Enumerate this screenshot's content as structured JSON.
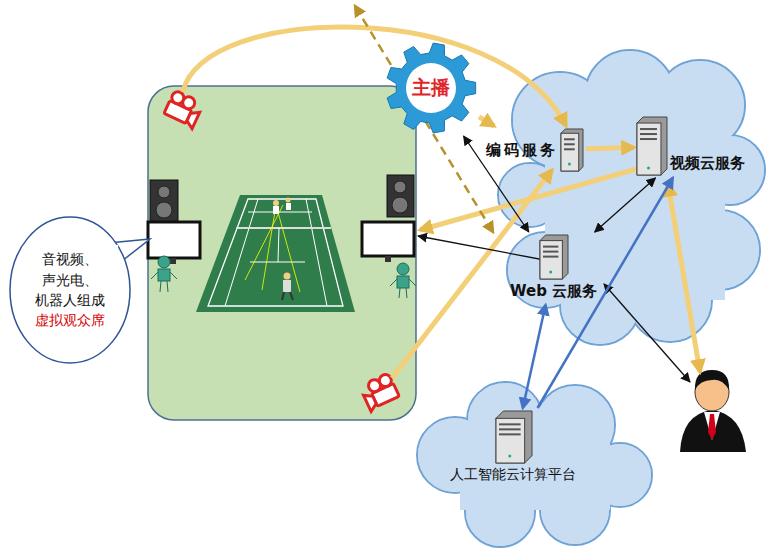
{
  "diagram": {
    "nodes": [
      {
        "text": [
          "主播"
        ]
      },
      {
        "text": [
          "编码服务"
        ]
      },
      {
        "text": [
          "视频云服务"
        ]
      },
      {
        "text": [
          "Web 云服务"
        ]
      },
      {
        "text": [
          "人工智能云计算平台"
        ]
      },
      {
        "text": [
          "音视频、 声光电、 机器人组成",
          "虚拟观众席"
        ]
      }
    ],
    "edges": [
      {
        "from": 0,
        "to": 1,
        "arrow": "to"
      },
      {
        "from": 0,
        "to": 3,
        "arrow": "both"
      },
      {
        "from": 1,
        "to": 2,
        "arrow": "to"
      },
      {
        "from": 2,
        "to": 3,
        "arrow": "both"
      },
      {
        "from": 4,
        "to": 3,
        "arrow": "both"
      },
      {
        "from": 4,
        "to": 2,
        "arrow": "to"
      }
    ]
  }
}
